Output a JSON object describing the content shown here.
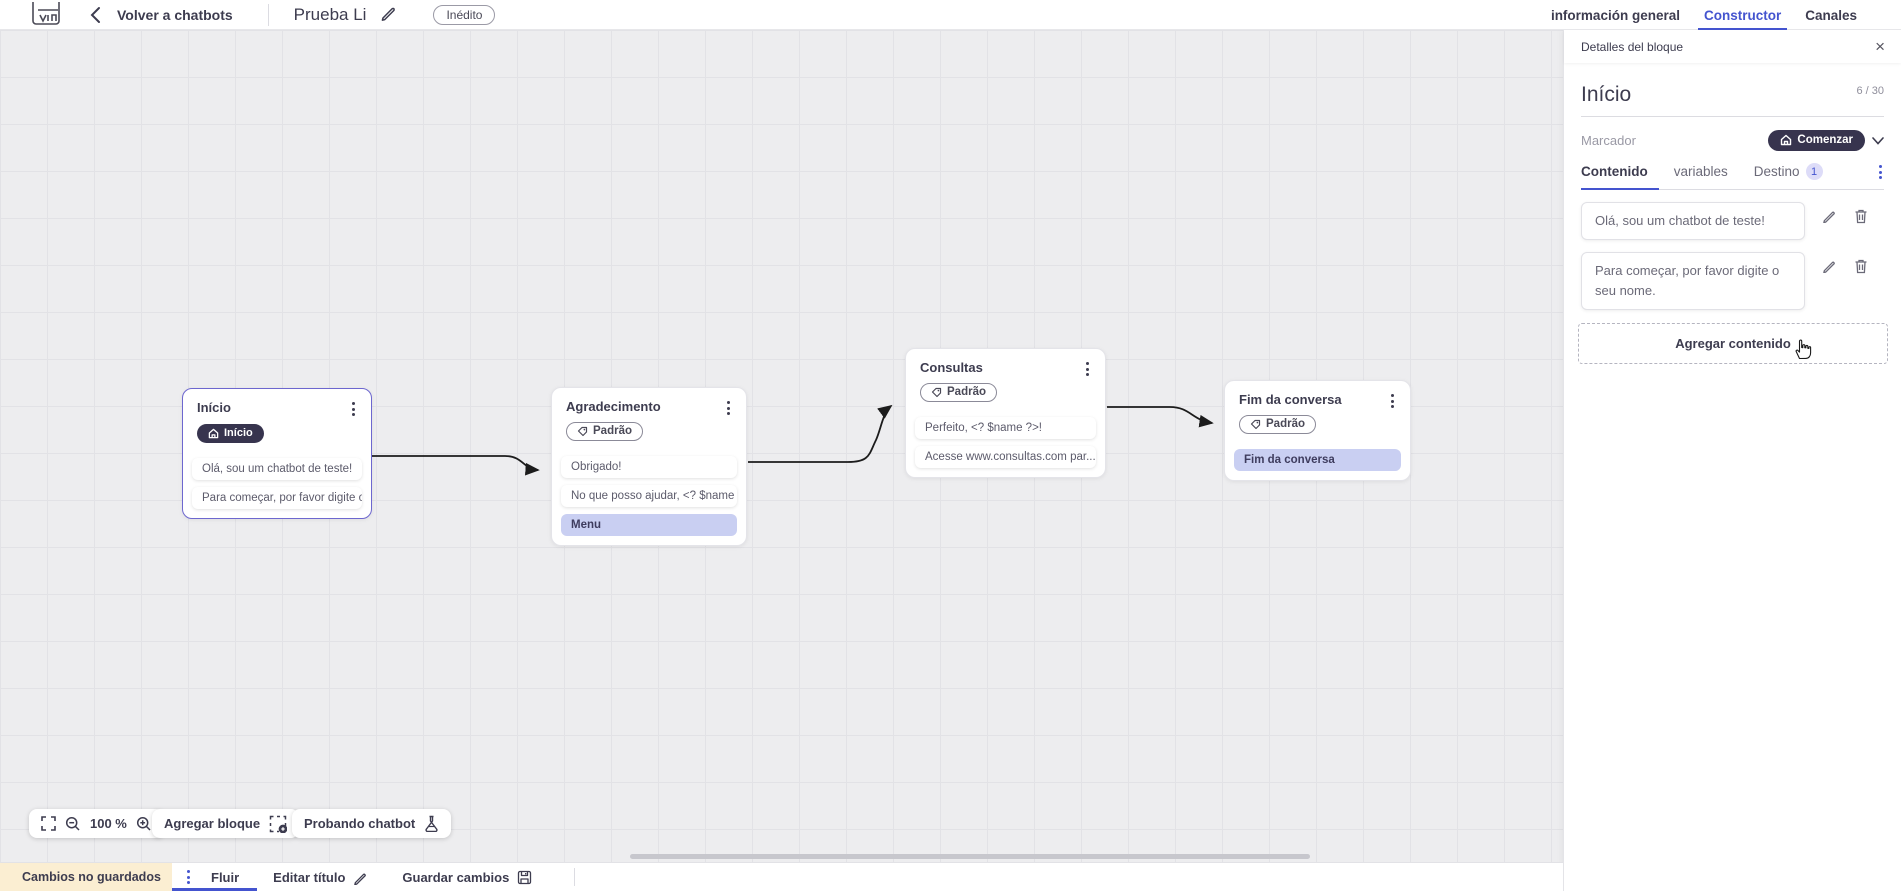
{
  "header": {
    "back_label": "Volver a chatbots",
    "flow_title": "Prueba Li",
    "status_badge": "Inédito",
    "tabs": [
      {
        "label": "información general",
        "active": false
      },
      {
        "label": "Constructor",
        "active": true
      },
      {
        "label": "Canales",
        "active": false
      }
    ]
  },
  "panel": {
    "title": "Detalles del bloque",
    "block_name": "Início",
    "name_counter": "6 / 30",
    "marker_label": "Marcador",
    "marker_value": "Comenzar",
    "tabs": [
      {
        "label": "Contenido",
        "active": true
      },
      {
        "label": "variables",
        "active": false
      },
      {
        "label": "Destino",
        "active": false,
        "badge": "1"
      }
    ],
    "contents": [
      {
        "text": "Olá, sou um chatbot de teste!"
      },
      {
        "text": "Para começar, por favor digite o seu nome."
      }
    ],
    "add_content_label": "Agregar contenido"
  },
  "canvas": {
    "zoom_level": "100 %",
    "add_block_label": "Agregar bloque",
    "test_chatbot_label": "Probando chatbot",
    "nodes": [
      {
        "title": "Início",
        "badge": "Início",
        "items": [
          {
            "text": "Olá, sou um chatbot de teste!"
          },
          {
            "text": "Para começar, por favor digite o ..."
          }
        ],
        "selected": true
      },
      {
        "title": "Agradecimento",
        "badge": "Padrão",
        "items": [
          {
            "text": "Obrigado!"
          },
          {
            "text": "No que posso ajudar, <? $name ..."
          },
          {
            "text": "Menu"
          }
        ]
      },
      {
        "title": "Consultas",
        "badge": "Padrão",
        "items": [
          {
            "text": "Perfeito, <? $name ?>!"
          },
          {
            "text": "Acesse www.consultas.com par..."
          }
        ]
      },
      {
        "title": "Fim da conversa",
        "badge": "Padrão",
        "items": [
          {
            "text": "Fim da conversa"
          }
        ]
      }
    ]
  },
  "footer": {
    "unsaved_label": "Cambios no guardados",
    "flow_tab_label": "Fluir",
    "edit_title_label": "Editar título",
    "save_label": "Guardar cambios"
  },
  "colors": {
    "accent_blue": "#4454cf",
    "dark_pill": "#37344e",
    "lavender_item": "#c9cff2",
    "warning_bg": "#fbeed2",
    "warning_icon": "#e8ac1c",
    "selected_node_border": "#6d67cf",
    "canvas_bg": "#ededef"
  },
  "icons": {
    "close": "×"
  }
}
